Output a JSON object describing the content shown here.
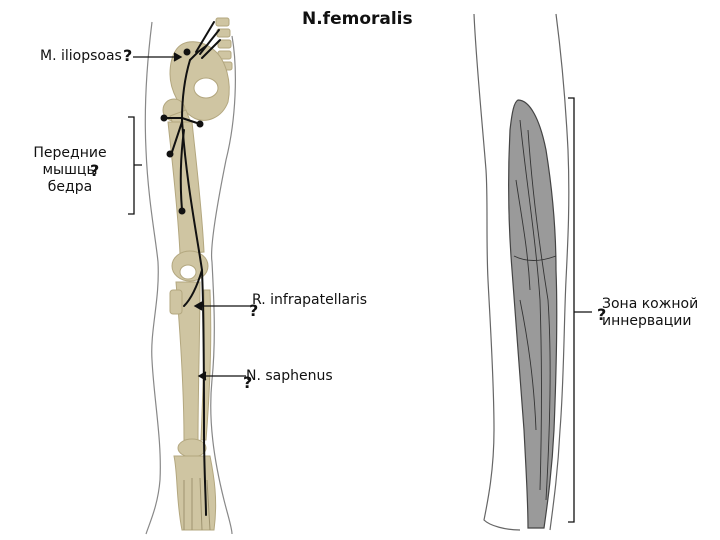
{
  "title": "N.femoralis",
  "labels": {
    "iliopsoas": "M. iliopsoas",
    "anterior_muscles": [
      "Передние",
      "мышцы",
      "бедра"
    ],
    "infrapatellaris": "R. infrapatellaris",
    "saphenus": "N. saphenus",
    "skin_zone": [
      "Зона кожной",
      "иннервации"
    ]
  },
  "markers": {
    "question": "?"
  },
  "colors": {
    "bone": "#cfc5a2",
    "bone_outline": "#b3a77f",
    "nerve": "#111111",
    "skin_zone": "#9a9a9a",
    "outline": "#444444"
  },
  "icons": [
    "leg-skeleton-figure",
    "leg-skin-figure",
    "pointer-arrow-icon",
    "bracket-icon"
  ]
}
